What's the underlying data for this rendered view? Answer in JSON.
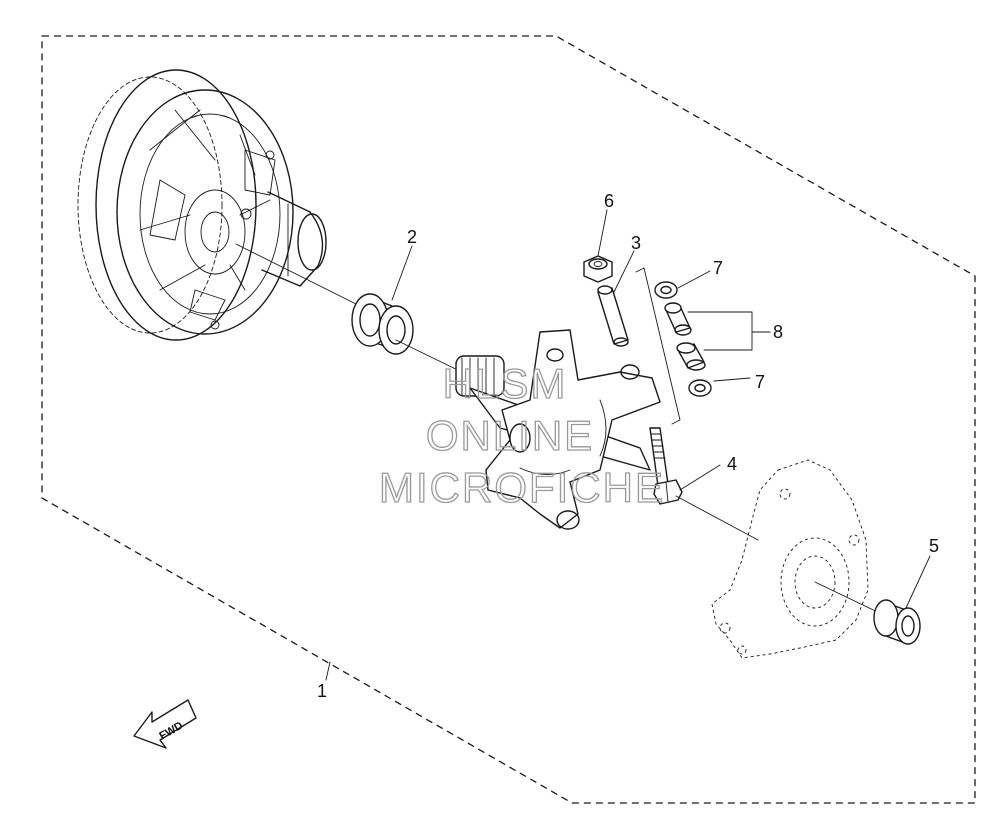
{
  "diagram": {
    "callouts": [
      {
        "id": "1",
        "text": "1"
      },
      {
        "id": "2",
        "text": "2"
      },
      {
        "id": "3",
        "text": "3"
      },
      {
        "id": "4",
        "text": "4"
      },
      {
        "id": "5",
        "text": "5"
      },
      {
        "id": "6",
        "text": "6"
      },
      {
        "id": "7a",
        "text": "7"
      },
      {
        "id": "7b",
        "text": "7"
      },
      {
        "id": "8",
        "text": "8"
      }
    ],
    "direction_arrow": {
      "text": "FWD"
    },
    "watermark": {
      "lines": [
        "HLSM",
        "ONLINE",
        "MICROFICHE"
      ]
    }
  }
}
